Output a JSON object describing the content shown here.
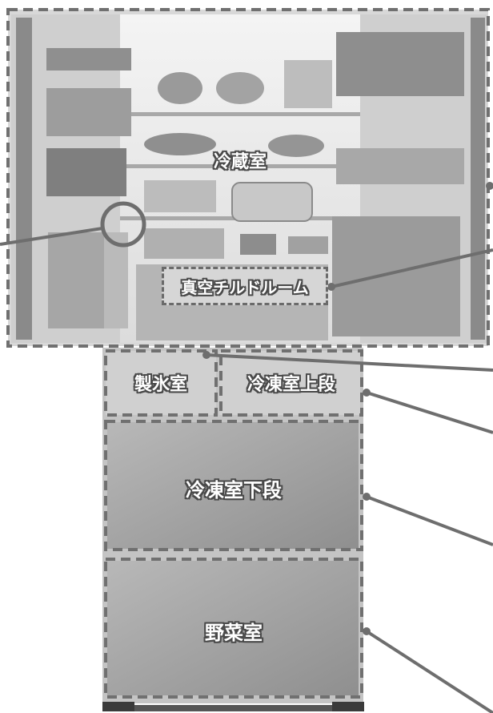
{
  "labels": {
    "refrigerator": "冷蔵室",
    "chilled": "真空チルドルーム",
    "ice": "製氷室",
    "freezer_upper": "冷凍室上段",
    "freezer_lower": "冷凍室下段",
    "vegetable": "野菜室"
  },
  "colors": {
    "dashed_border": "#707070",
    "leader_line": "#6e6e6e",
    "drawer_fill": "#9c9c9c",
    "label_outline": "#4a4a4a"
  }
}
